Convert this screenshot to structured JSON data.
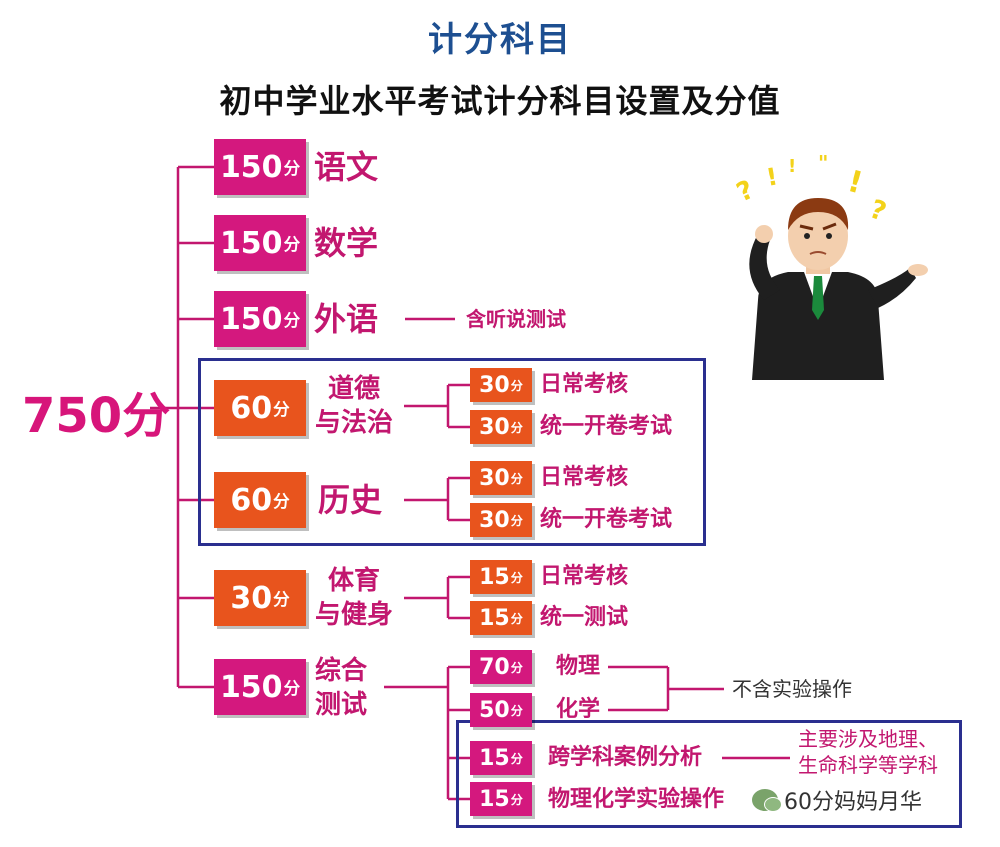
{
  "title": "计分科目",
  "subtitle": "初中学业水平考试计分科目设置及分值",
  "total": "750分",
  "unit": "分",
  "subjects": {
    "chinese": {
      "score": "150",
      "name": "语文"
    },
    "math": {
      "score": "150",
      "name": "数学"
    },
    "foreign": {
      "score": "150",
      "name": "外语",
      "note": "含听说测试"
    },
    "morality": {
      "score": "60",
      "name_line1": "道德",
      "name_line2": "与法治",
      "parts": [
        {
          "score": "30",
          "label": "日常考核"
        },
        {
          "score": "30",
          "label": "统一开卷考试"
        }
      ]
    },
    "history": {
      "score": "60",
      "name": "历史",
      "parts": [
        {
          "score": "30",
          "label": "日常考核"
        },
        {
          "score": "30",
          "label": "统一开卷考试"
        }
      ]
    },
    "pe": {
      "score": "30",
      "name_line1": "体育",
      "name_line2": "与健身",
      "parts": [
        {
          "score": "15",
          "label": "日常考核"
        },
        {
          "score": "15",
          "label": "统一测试"
        }
      ]
    },
    "comprehensive": {
      "score": "150",
      "name_line1": "综合",
      "name_line2": "测试",
      "parts": [
        {
          "score": "70",
          "label": "物理"
        },
        {
          "score": "50",
          "label": "化学"
        },
        {
          "score": "15",
          "label": "跨学科案例分析"
        },
        {
          "score": "15",
          "label": "物理化学实验操作"
        }
      ],
      "lab_note": "不含实验操作",
      "cross_note_line1": "主要涉及地理、",
      "cross_note_line2": "生命科学等学科"
    }
  },
  "watermark": "60分妈妈月华",
  "colors": {
    "pink": "#d4187e",
    "orange": "#e8541d",
    "frame": "#2a2f8f",
    "title": "#1d4f91"
  }
}
